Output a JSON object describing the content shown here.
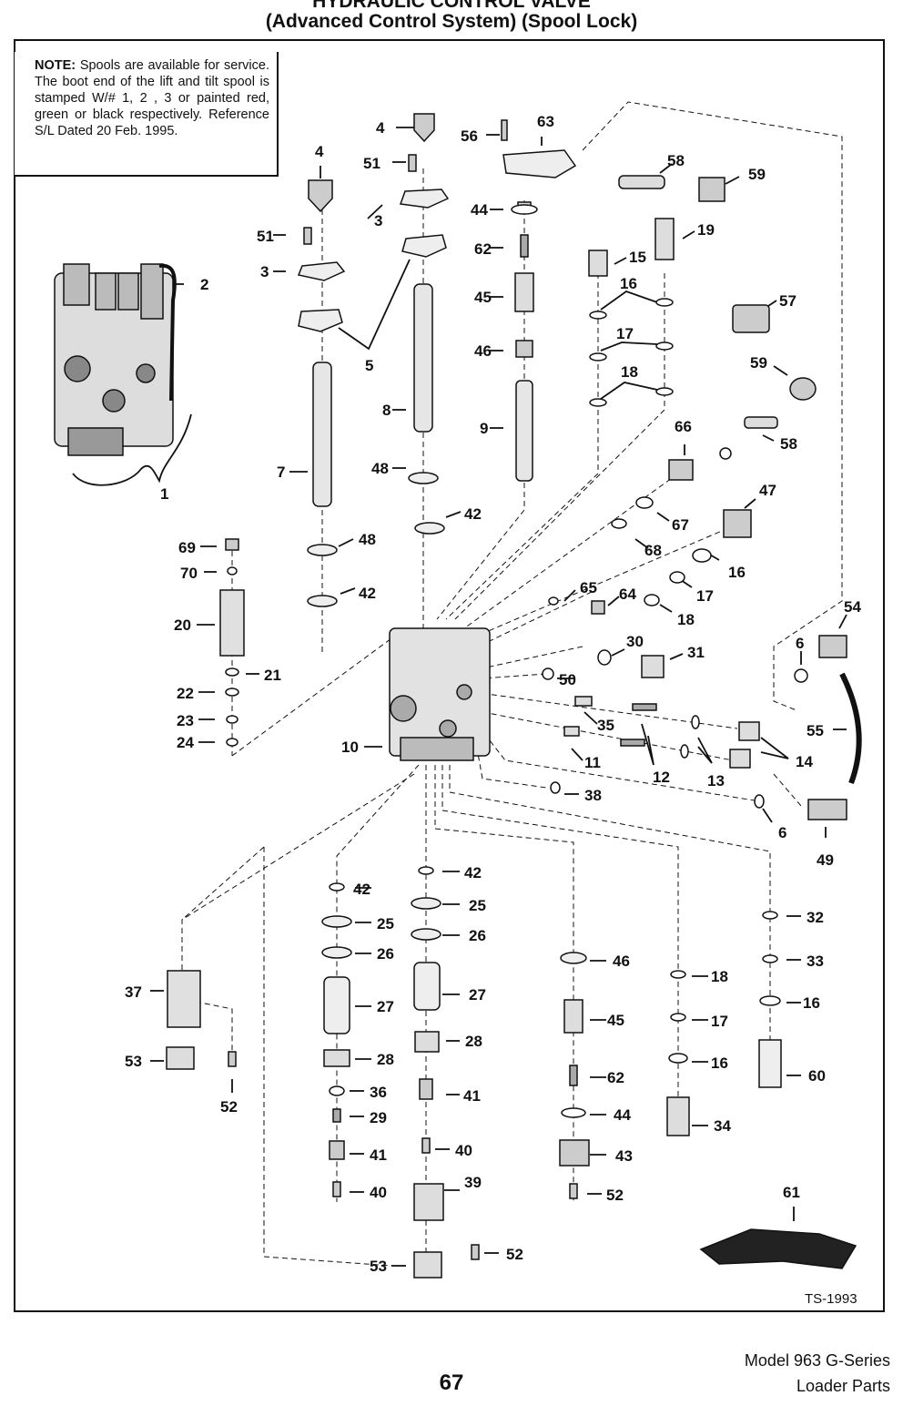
{
  "header": {
    "title_line1": "HYDRAULIC CONTROL VALVE",
    "title_line2": "(Advanced Control System) (Spool Lock)"
  },
  "note": {
    "label": "NOTE:",
    "text": "Spools are available for service. The boot end of the lift and tilt spool is stamped W/# 1, 2 , 3 or painted red, green or black respectively. Reference S/L Dated 20 Feb. 1995."
  },
  "drawing_id": "TS-1993",
  "footer": {
    "page_number": "67",
    "model": "Model 963 G-Series",
    "subtitle": "Loader Parts"
  },
  "callouts": [
    {
      "id": "c1",
      "label": "1"
    },
    {
      "id": "c2",
      "label": "2"
    },
    {
      "id": "c3a",
      "label": "3"
    },
    {
      "id": "c3b",
      "label": "3"
    },
    {
      "id": "c4a",
      "label": "4"
    },
    {
      "id": "c4b",
      "label": "4"
    },
    {
      "id": "c5",
      "label": "5"
    },
    {
      "id": "c6a",
      "label": "6"
    },
    {
      "id": "c6b",
      "label": "6"
    },
    {
      "id": "c7",
      "label": "7"
    },
    {
      "id": "c8",
      "label": "8"
    },
    {
      "id": "c9",
      "label": "9"
    },
    {
      "id": "c10",
      "label": "10"
    },
    {
      "id": "c11",
      "label": "11"
    },
    {
      "id": "c12",
      "label": "12"
    },
    {
      "id": "c13",
      "label": "13"
    },
    {
      "id": "c14",
      "label": "14"
    },
    {
      "id": "c15",
      "label": "15"
    },
    {
      "id": "c16a",
      "label": "16"
    },
    {
      "id": "c16b",
      "label": "16"
    },
    {
      "id": "c16c",
      "label": "16"
    },
    {
      "id": "c16d",
      "label": "16"
    },
    {
      "id": "c17a",
      "label": "17"
    },
    {
      "id": "c17b",
      "label": "17"
    },
    {
      "id": "c17c",
      "label": "17"
    },
    {
      "id": "c18a",
      "label": "18"
    },
    {
      "id": "c18b",
      "label": "18"
    },
    {
      "id": "c18c",
      "label": "18"
    },
    {
      "id": "c19",
      "label": "19"
    },
    {
      "id": "c20",
      "label": "20"
    },
    {
      "id": "c21",
      "label": "21"
    },
    {
      "id": "c22",
      "label": "22"
    },
    {
      "id": "c23",
      "label": "23"
    },
    {
      "id": "c24",
      "label": "24"
    },
    {
      "id": "c25a",
      "label": "25"
    },
    {
      "id": "c25b",
      "label": "25"
    },
    {
      "id": "c26a",
      "label": "26"
    },
    {
      "id": "c26b",
      "label": "26"
    },
    {
      "id": "c27a",
      "label": "27"
    },
    {
      "id": "c27b",
      "label": "27"
    },
    {
      "id": "c28a",
      "label": "28"
    },
    {
      "id": "c28b",
      "label": "28"
    },
    {
      "id": "c29",
      "label": "29"
    },
    {
      "id": "c30",
      "label": "30"
    },
    {
      "id": "c31",
      "label": "31"
    },
    {
      "id": "c32",
      "label": "32"
    },
    {
      "id": "c33",
      "label": "33"
    },
    {
      "id": "c34",
      "label": "34"
    },
    {
      "id": "c35",
      "label": "35"
    },
    {
      "id": "c36",
      "label": "36"
    },
    {
      "id": "c37",
      "label": "37"
    },
    {
      "id": "c38",
      "label": "38"
    },
    {
      "id": "c39",
      "label": "39"
    },
    {
      "id": "c40a",
      "label": "40"
    },
    {
      "id": "c40b",
      "label": "40"
    },
    {
      "id": "c41a",
      "label": "41"
    },
    {
      "id": "c41b",
      "label": "41"
    },
    {
      "id": "c42a",
      "label": "42"
    },
    {
      "id": "c42b",
      "label": "42"
    },
    {
      "id": "c42c",
      "label": "42"
    },
    {
      "id": "c42d",
      "label": "42"
    },
    {
      "id": "c43",
      "label": "43"
    },
    {
      "id": "c44a",
      "label": "44"
    },
    {
      "id": "c44b",
      "label": "44"
    },
    {
      "id": "c45a",
      "label": "45"
    },
    {
      "id": "c45b",
      "label": "45"
    },
    {
      "id": "c46a",
      "label": "46"
    },
    {
      "id": "c46b",
      "label": "46"
    },
    {
      "id": "c47",
      "label": "47"
    },
    {
      "id": "c48a",
      "label": "48"
    },
    {
      "id": "c48b",
      "label": "48"
    },
    {
      "id": "c49",
      "label": "49"
    },
    {
      "id": "c50",
      "label": "50"
    },
    {
      "id": "c51a",
      "label": "51"
    },
    {
      "id": "c51b",
      "label": "51"
    },
    {
      "id": "c52a",
      "label": "52"
    },
    {
      "id": "c52b",
      "label": "52"
    },
    {
      "id": "c52c",
      "label": "52"
    },
    {
      "id": "c53a",
      "label": "53"
    },
    {
      "id": "c53b",
      "label": "53"
    },
    {
      "id": "c54",
      "label": "54"
    },
    {
      "id": "c55",
      "label": "55"
    },
    {
      "id": "c56",
      "label": "56"
    },
    {
      "id": "c57",
      "label": "57"
    },
    {
      "id": "c58a",
      "label": "58"
    },
    {
      "id": "c58b",
      "label": "58"
    },
    {
      "id": "c59a",
      "label": "59"
    },
    {
      "id": "c59b",
      "label": "59"
    },
    {
      "id": "c60",
      "label": "60"
    },
    {
      "id": "c61",
      "label": "61"
    },
    {
      "id": "c62a",
      "label": "62"
    },
    {
      "id": "c62b",
      "label": "62"
    },
    {
      "id": "c63",
      "label": "63"
    },
    {
      "id": "c64",
      "label": "64"
    },
    {
      "id": "c65",
      "label": "65"
    },
    {
      "id": "c66",
      "label": "66"
    },
    {
      "id": "c67",
      "label": "67"
    },
    {
      "id": "c68",
      "label": "68"
    },
    {
      "id": "c69",
      "label": "69"
    },
    {
      "id": "c70",
      "label": "70"
    }
  ]
}
